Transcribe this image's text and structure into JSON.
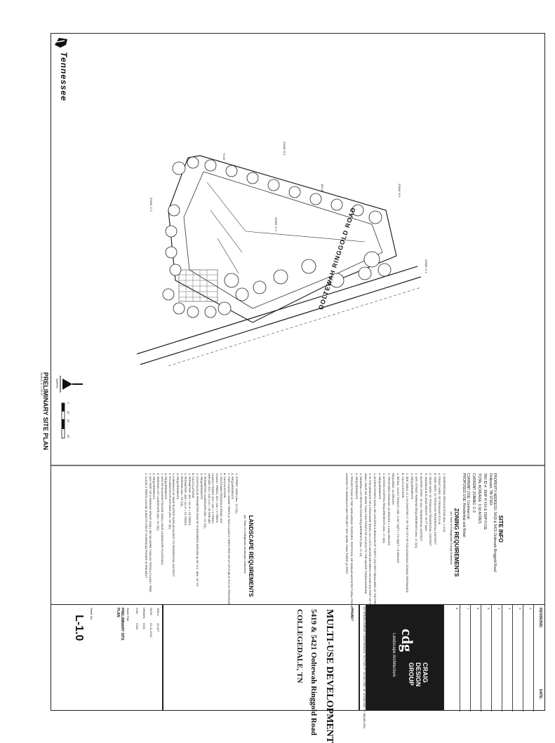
{
  "logo": {
    "brand": "Tennessee"
  },
  "plan": {
    "road_name": "OOLTEWAH RINGGOLD ROAD",
    "zones": [
      "ZONE: R-1",
      "ZONE: R-1",
      "ZONE: C-3",
      "ZONE: C-3",
      "ZONE: C-3"
    ],
    "dim_top": "73.00'",
    "dim_side": "183.48'",
    "title": "PRELIMINARY SITE PLAN",
    "scale": "SCALE: 1\" = 20'-0\"",
    "north": "NORTH",
    "scale_ticks": [
      "0",
      "10'",
      "20'",
      "40'"
    ]
  },
  "site_info": {
    "heading": "SITE INFO",
    "lines": [
      "PROPERTY ADDRESS: 5419 & 5421 Ooltewah Ringgold Road",
      "Ooltewah, TN 37363",
      "TAX ID #: 150P H 014 & 150P H 011",
      "TOTAL ACREAGE: 0.92 ACRES",
      "CURRENT ZONING: C-3",
      "CURRENT USE: Commercial",
      "PROPOSED USE: Residential and Retail"
    ]
  },
  "zoning": {
    "heading": "ZONING REQUIREMENTS",
    "sub": "per Town of Collegedale Zoning Ordinance",
    "lines": [
      "1. DIMENSIONAL REGULATIONS (Sec. 1.102)",
      "A. FRONT YARD: 25' FROM ANY R.O.W.",
      "B. SIDE YARD: 10' FROM ANY RESIDENTIAL DISTRICT",
      "C. REAR YARD: 25' FROM ANY RESIDENTIAL DISTRICT",
      "D. MAXIMUM BUILDING HEIGHT: 35 FT MAX.",
      "E. BUFFER STRIP: 15' ADJ. RESIDENTIAL DISTRICT",
      "2. OFF-STREET PARKING REQUIREMENTS (Sec. 17.2(2))",
      "A. REQUIREMENTS",
      "1. SEE TABLE 17-1 IN CHAPTER 17 OF THE CITY OF COLLEGEDALE ZONING ORDINANCE",
      "B. CALCULATIONS",
      "1. RETAIL, MULTI-TENANT USE: 1,367 SQFT / 175 SQFT = 8 SPACES",
      "REQUIRED: 16 SPACES",
      "C. PROPOSED PARKING: 16 SPACES + 2 ADA SPACES",
      "3. ACCESS CONTROL REQUIREMENTS (Sec. 17.4(4))",
      "A. REQUIREMENTS",
      "1. ACCESS POINTS SHALL BE LOCATED A MINIMUM OF THIRTY (30) FEET MEASURED AT THE PROPERTY",
      "2. IN THE ABSENCE OF A FRONTAGE ROAD, ALL LOTS HAVING BETWEEN 100 AND 600 FEET OF FRONTAGE",
      "SHALL HAVE NO MORE THAN TWO POINTS OF ACCESS TO THE MAJOR THOROUGHFARE",
      "4. GENERAL LOT RESTRICTIONS REQUIREMENTS (Sec. 17.13)",
      "A. REQUIREMENTS",
      "1. PROJECTIONS IN THE YARD AREAS: PORCHES, PORTICOS, OR SIMILAR ARCHITECTURAL PROJECTIONS",
      "LEADING TO SIDEWALKS MAY PROJECT NOT MORE THAN THREE (3) FEET"
    ]
  },
  "landscape": {
    "heading": "LANDSCAPE REQUIREMENTS",
    "sub": "per Town of Collegedale Landscape Ordinance",
    "lines": [
      "1. STREET YARD (Sec. 14.7(2))",
      "A. REQUIREMENTS",
      "1. TWO CLASS I SHADE TREES & TWO CLASS II TREES PER 100 LF OF PUBLIC R.O.W. FRONTAGE",
      "B. CALCULATIONS",
      "1. OOLTEWAH RINGGOLD ROAD: 303'",
      "CLASS I TREES: 303' / 100 = 3 TREES",
      "CLASS II TREES: 303' / 100 = 3 TREES",
      "SHRUBS: 303' / 100 x 10 = 30 SHRUBS",
      "2. PERIMETER LANDSCAPE (Sec. 14.7(3))",
      "A. REQUIREMENTS",
      "1. CONTINUOUS PERIMETER ROW OF EVERGREEN SHRUBS @ 36\" O.C. MIN. 30\" HT.",
      "B. CALCULATIONS",
      "1. PERIMETER: 161' / 10 LF = 16 TREES",
      "2. PERIMETER: 186' / 10 LF = 19 TREES",
      "3. PARKING (Sec. 14.7(4))",
      "A. REQUIREMENTS",
      "1. A MINIMUM 15' WIDE BUFFER YARD ADJACENT TO RESIDENTIAL DISTRICT",
      "4. FOUNDATION PLANTINGS (Sec. 14.7(5))",
      "A. REQUIREMENTS",
      "1. 40% OF BUILDING FACADE SHALL HAVE LANDSCAPE PLANTINGS",
      "5. PARKING LOT LANDSCAPE (Sec. 14.7(6))",
      "A. REQUIREMENTS",
      "1. ANY PART OF A PARKING SPACE SHALL BE NO MORE THAN 60' FROM A CLASS I TREE",
      "2. CLASS II TREES CAN BE SUBSTITUTED IF OVERHEAD POWER IS PRESENT"
    ]
  },
  "title_block": {
    "revisions_label": "REVISIONS:",
    "date_label": "DATE:",
    "revision_numbers": [
      "1.",
      "2.",
      "3.",
      "4.",
      "5.",
      "6.",
      "7.",
      "8."
    ],
    "firm_mark": "cdg",
    "firm_name_1": "CRAIG",
    "firm_name_2": "DESIGN",
    "firm_name_3": "GROUP",
    "firm_tagline": "Landscape Architecture",
    "firm_address": "421 SPEARS AVENUE • CHATTANOOGA, TN 37405 • P: 423.313.7802 • M: 423.883.1567 • F: 888.883.1594",
    "project_label": "PROJECT:",
    "project_name": "MULTI-USE DEVELOPMENT",
    "project_address": "5419 & 5421 Ooltewah Ringgold Road",
    "project_city": "COLLEGEDALE, TN",
    "job_label": "JOB #:",
    "job_value": "22-027",
    "date_label2": "DATE:",
    "date_value": "01-11-2022",
    "drawn_label": "DRAWN:",
    "drawn_value": "CDG",
    "chk_label": "CHK:",
    "chk_value": "CDG",
    "sheet_title_label": "Sheet Title:",
    "sheet_title": "PRELIMINARY SITE PLAN",
    "sheet_no_label": "Sheet No:",
    "sheet_no": "L-1.0"
  }
}
